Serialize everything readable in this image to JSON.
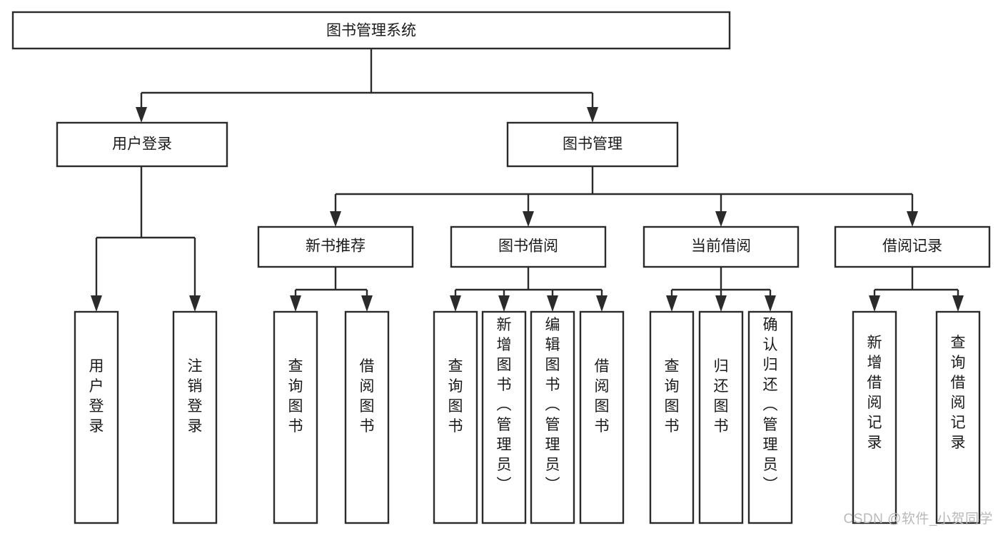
{
  "diagram": {
    "title": "图书管理系统",
    "watermark": "CSDN @软件_小贺同学",
    "colors": {
      "background": "#ffffff",
      "stroke": "#2b2b2b",
      "box_fill": "#ffffff",
      "text": "#1a1a1a",
      "watermark": "#b9b9b9"
    },
    "nodes": {
      "root": {
        "label": "图书管理系统",
        "orientation": "horizontal",
        "level": 1
      },
      "user_login": {
        "label": "用户登录",
        "orientation": "horizontal",
        "level": 2
      },
      "book_manage": {
        "label": "图书管理",
        "orientation": "horizontal",
        "level": 2
      },
      "new_book_rec": {
        "label": "新书推荐",
        "orientation": "horizontal",
        "level": 3
      },
      "book_borrow": {
        "label": "图书借阅",
        "orientation": "horizontal",
        "level": 3
      },
      "current_borrow": {
        "label": "当前借阅",
        "orientation": "horizontal",
        "level": 3
      },
      "borrow_record": {
        "label": "借阅记录",
        "orientation": "horizontal",
        "level": 3
      },
      "leaf_user_login": {
        "label": "用户登录",
        "orientation": "vertical",
        "level": 3
      },
      "leaf_logout": {
        "label": "注销登录",
        "orientation": "vertical",
        "level": 3
      },
      "leaf_query_book_rec": {
        "label": "查询图书",
        "orientation": "vertical",
        "level": 4
      },
      "leaf_borrow_book_rec": {
        "label": "借阅图书",
        "orientation": "vertical",
        "level": 4
      },
      "leaf_query_book_b": {
        "label": "查询图书",
        "orientation": "vertical",
        "level": 4
      },
      "leaf_add_book": {
        "label": "新增图书（管理员）",
        "orientation": "vertical",
        "level": 4
      },
      "leaf_edit_book": {
        "label": "编辑图书（管理员）",
        "orientation": "vertical",
        "level": 4
      },
      "leaf_borrow_book_b": {
        "label": "借阅图书",
        "orientation": "vertical",
        "level": 4
      },
      "leaf_query_book_c": {
        "label": "查询图书",
        "orientation": "vertical",
        "level": 4
      },
      "leaf_return_book": {
        "label": "归还图书",
        "orientation": "vertical",
        "level": 4
      },
      "leaf_confirm_return": {
        "label": "确认归还（管理员）",
        "orientation": "vertical",
        "level": 4
      },
      "leaf_add_record": {
        "label": "新增借阅记录",
        "orientation": "vertical",
        "level": 4
      },
      "leaf_query_record": {
        "label": "查询借阅记录",
        "orientation": "vertical",
        "level": 4
      }
    },
    "edges": [
      {
        "from": "root",
        "to": "user_login"
      },
      {
        "from": "root",
        "to": "book_manage"
      },
      {
        "from": "user_login",
        "to": "leaf_user_login"
      },
      {
        "from": "user_login",
        "to": "leaf_logout"
      },
      {
        "from": "book_manage",
        "to": "new_book_rec"
      },
      {
        "from": "book_manage",
        "to": "book_borrow"
      },
      {
        "from": "book_manage",
        "to": "current_borrow"
      },
      {
        "from": "book_manage",
        "to": "borrow_record"
      },
      {
        "from": "new_book_rec",
        "to": "leaf_query_book_rec"
      },
      {
        "from": "new_book_rec",
        "to": "leaf_borrow_book_rec"
      },
      {
        "from": "book_borrow",
        "to": "leaf_query_book_b"
      },
      {
        "from": "book_borrow",
        "to": "leaf_add_book"
      },
      {
        "from": "book_borrow",
        "to": "leaf_edit_book"
      },
      {
        "from": "book_borrow",
        "to": "leaf_borrow_book_b"
      },
      {
        "from": "current_borrow",
        "to": "leaf_query_book_c"
      },
      {
        "from": "current_borrow",
        "to": "leaf_return_book"
      },
      {
        "from": "current_borrow",
        "to": "leaf_confirm_return"
      },
      {
        "from": "borrow_record",
        "to": "leaf_add_record"
      },
      {
        "from": "borrow_record",
        "to": "leaf_query_record"
      }
    ]
  }
}
